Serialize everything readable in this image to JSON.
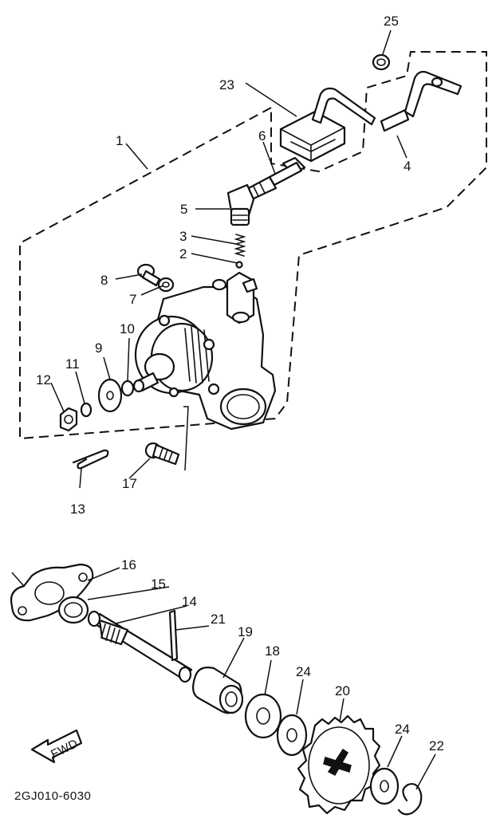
{
  "diagram_code": "2GJ010-6030",
  "fwd_label": "FWD",
  "callouts": {
    "c1": "1",
    "c2": "2",
    "c3": "3",
    "c4": "4",
    "c5": "5",
    "c6": "6",
    "c7": "7",
    "c8": "8",
    "c9": "9",
    "c10": "10",
    "c11": "11",
    "c12": "12",
    "c13": "13",
    "c14": "14",
    "c15": "15",
    "c16": "16",
    "c17": "17",
    "c18": "18",
    "c19": "19",
    "c20": "20",
    "c21": "21",
    "c22": "22",
    "c23": "23",
    "c24a": "24",
    "c24b": "24",
    "c25": "25"
  }
}
